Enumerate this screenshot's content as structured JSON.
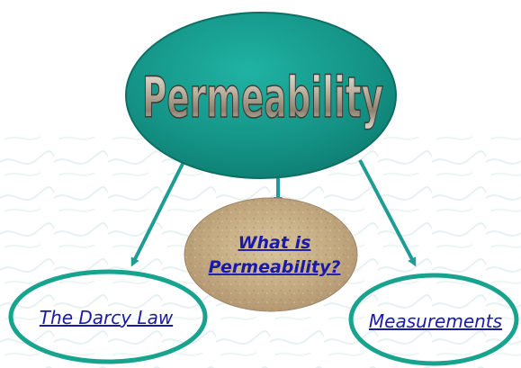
{
  "diagram": {
    "central_node": {
      "label": "Permeability"
    },
    "nodes": [
      {
        "label_lines": [
          "What is",
          "Permeability?"
        ]
      },
      {
        "label": "The Darcy Law"
      },
      {
        "label": "Measurements"
      }
    ]
  },
  "colors": {
    "central_fill": "#159b8c",
    "central_stroke": "#0d6f64",
    "arrow": "#1f9d94",
    "link_text": "#1a1aa6",
    "ellipse_outline": "#18a38f",
    "background_texture": "#e3efef",
    "sand": "#c8ae84"
  }
}
